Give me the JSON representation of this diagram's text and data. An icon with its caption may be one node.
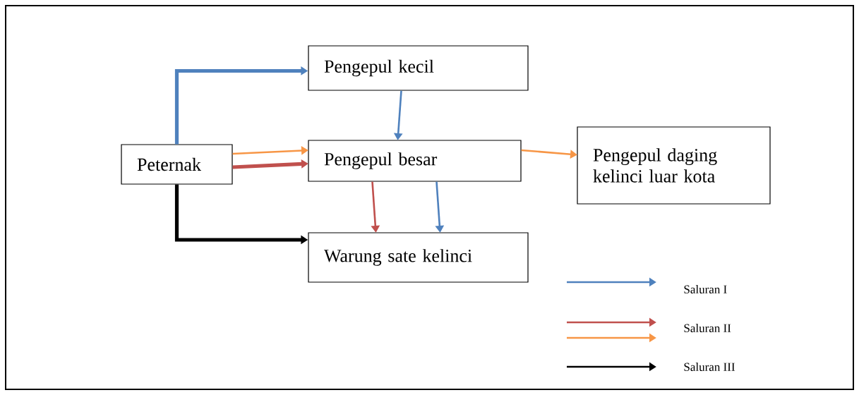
{
  "diagram": {
    "nodes": [
      {
        "text": [
          "Peternak"
        ]
      },
      {
        "text": [
          "Pengepul kecil"
        ]
      },
      {
        "text": [
          "Pengepul besar"
        ]
      },
      {
        "text": [
          "Pengepul daging kelinci luar kota"
        ]
      },
      {
        "text": [
          "Warung sate kelinci"
        ]
      }
    ],
    "edges": [
      {
        "from": 0,
        "to": 1,
        "arrow": "to",
        "style": "thick",
        "color": "#4f81bd"
      },
      {
        "from": 1,
        "to": 2,
        "arrow": "to",
        "color": "#4f81bd"
      },
      {
        "from": 0,
        "to": 2,
        "arrow": "to",
        "color": "#f79646"
      },
      {
        "from": 0,
        "to": 2,
        "arrow": "to",
        "style": "thick",
        "color": "#c0504d"
      },
      {
        "from": 2,
        "to": 3,
        "arrow": "to",
        "color": "#f79646"
      },
      {
        "from": 2,
        "to": 4,
        "arrow": "to",
        "color": "#c0504d"
      },
      {
        "from": 2,
        "to": 4,
        "arrow": "to",
        "color": "#4f81bd"
      },
      {
        "from": 0,
        "to": 4,
        "arrow": "to",
        "style": "thick",
        "color": "#000000"
      }
    ],
    "legend": [
      {
        "text": "Saluran I",
        "color": "#4f81bd"
      },
      {
        "text": "Saluran II",
        "color": "#c0504d"
      },
      {
        "text": "Saluran III",
        "color": "#000000"
      }
    ]
  }
}
